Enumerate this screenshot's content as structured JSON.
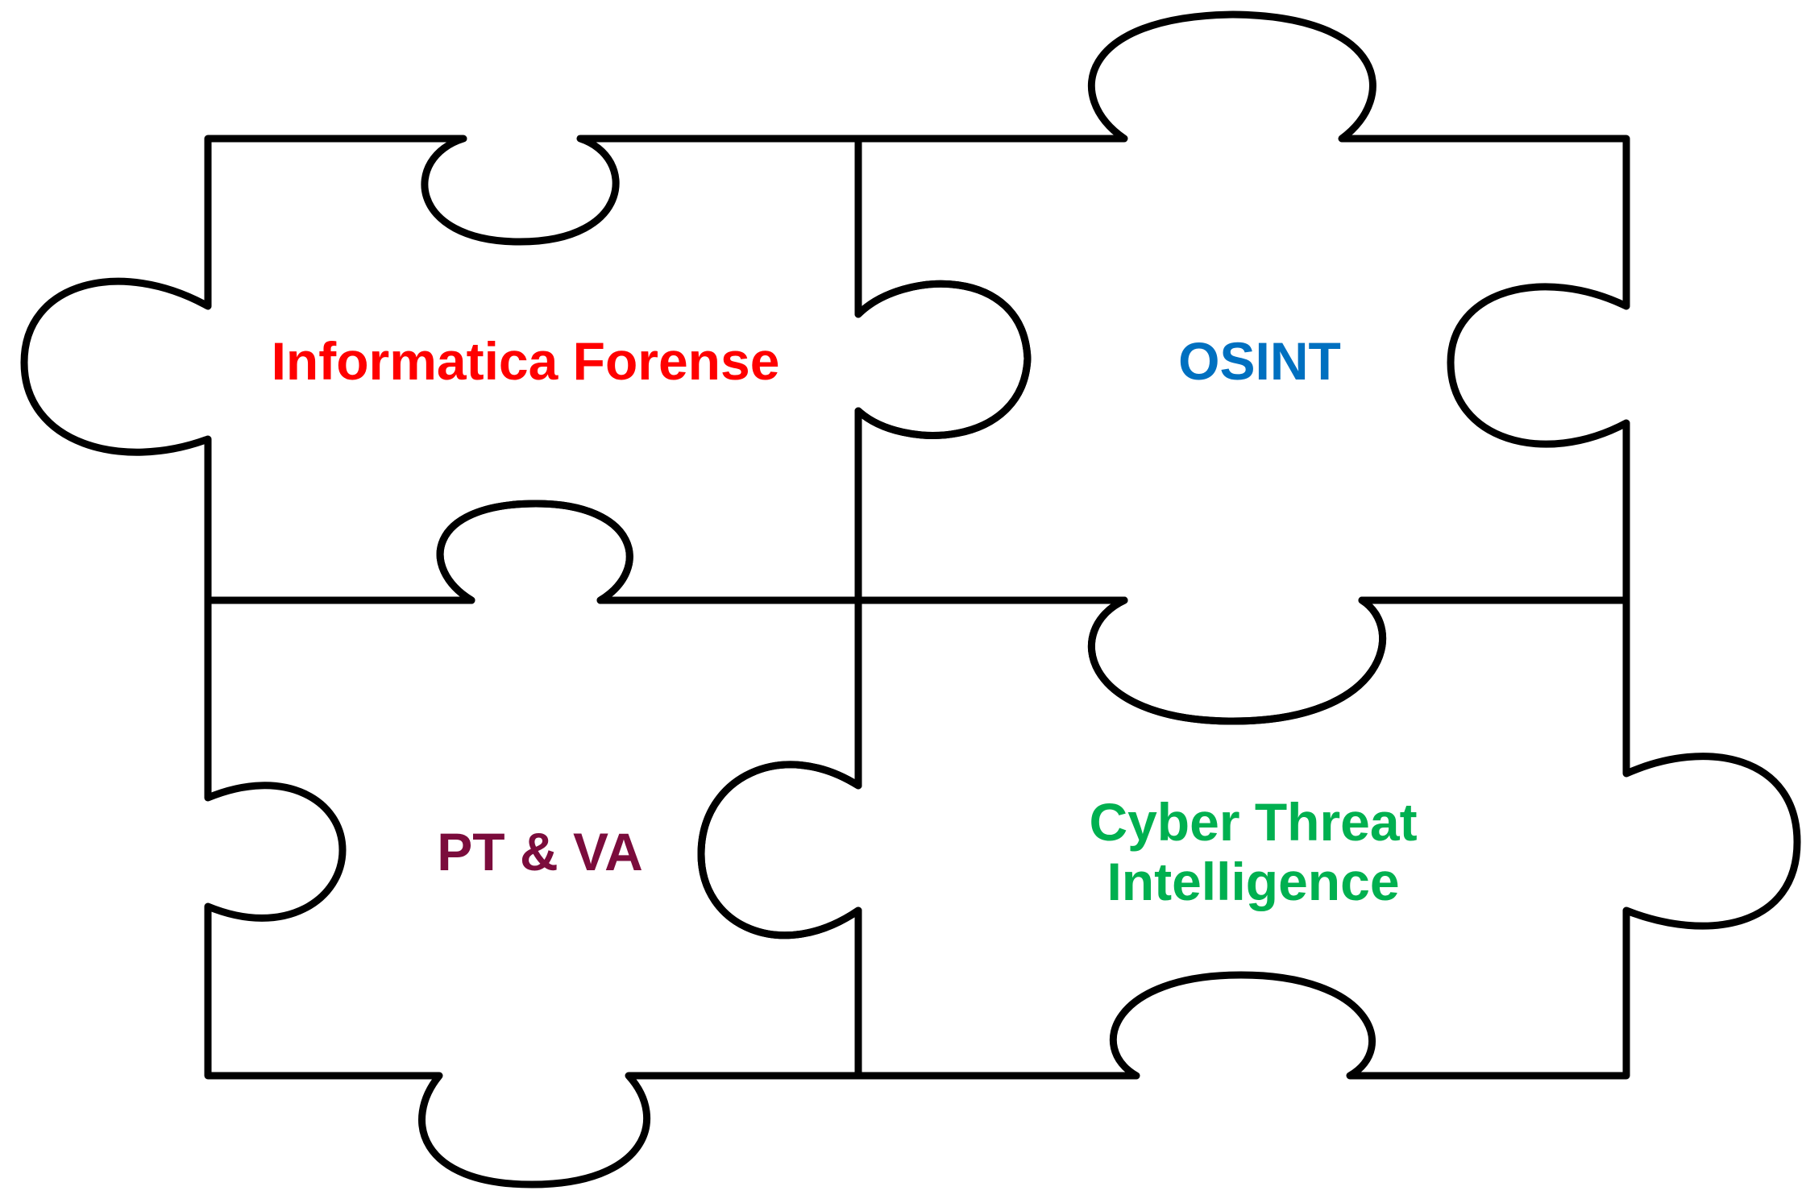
{
  "pieces": {
    "forense": {
      "label": "Informatica Forense",
      "color": "#ff0000"
    },
    "osint": {
      "label": "OSINT",
      "color": "#0070c0"
    },
    "ptva": {
      "label": "PT & VA",
      "color": "#7b0c3c"
    },
    "cti": {
      "label_line1": "Cyber Threat",
      "label_line2": "Intelligence",
      "color": "#00b050"
    }
  }
}
